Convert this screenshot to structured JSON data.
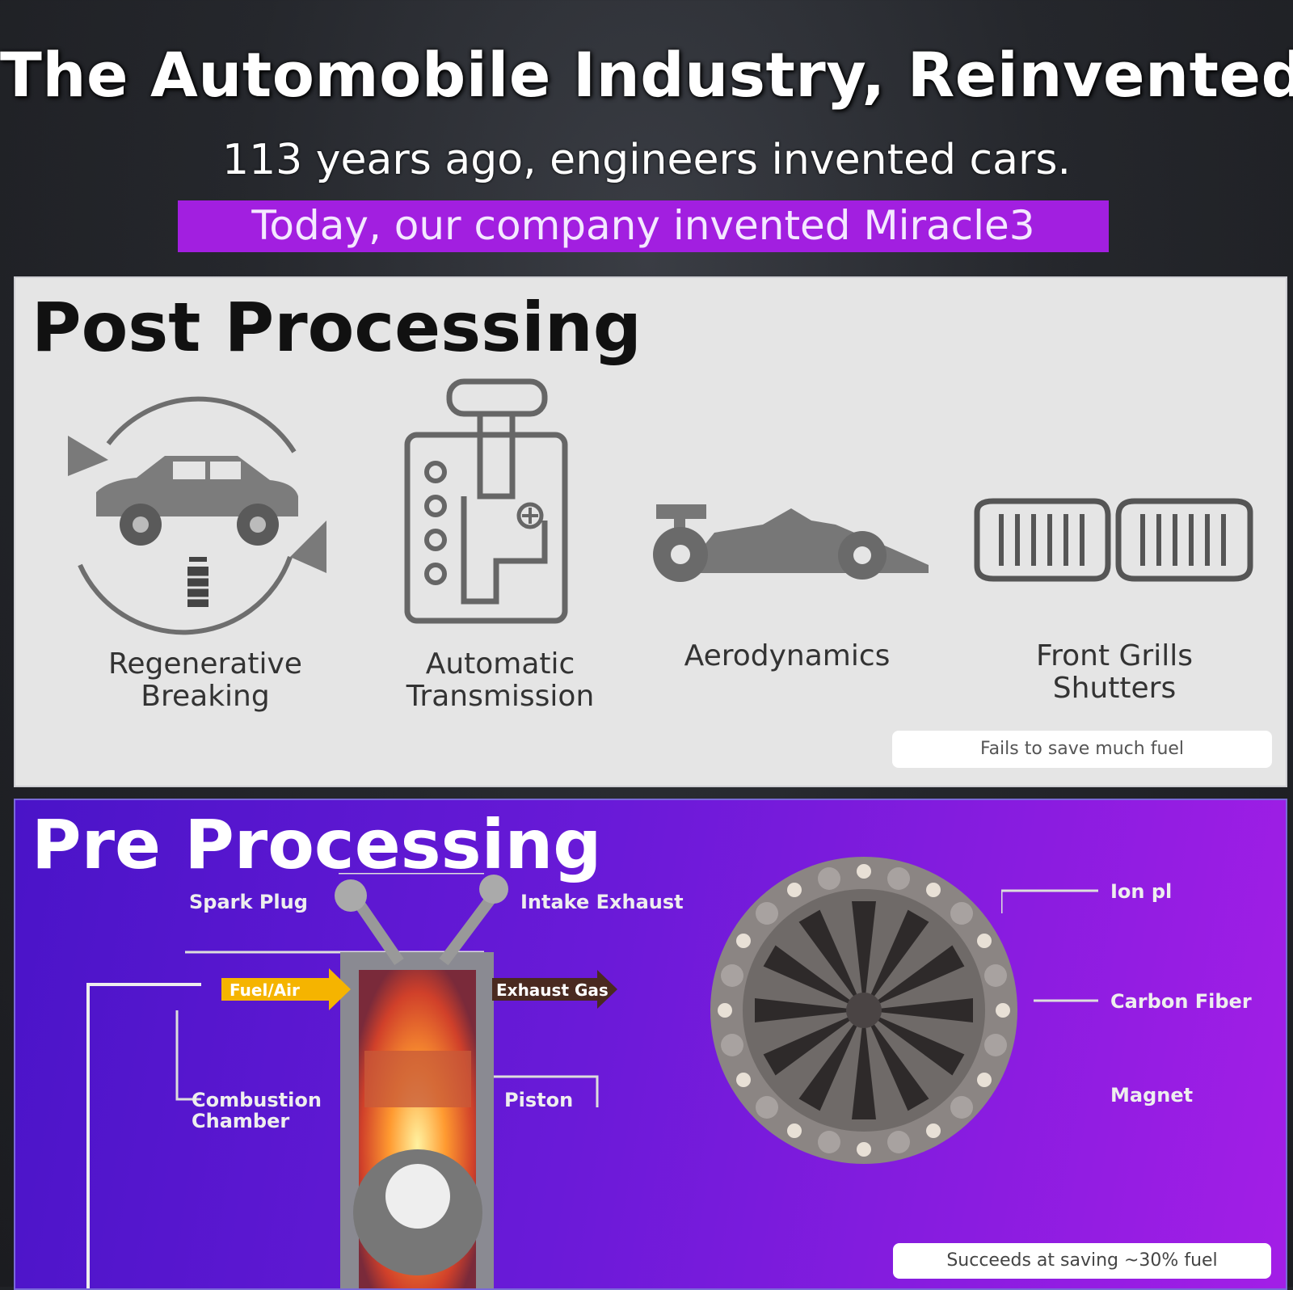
{
  "header": {
    "title": "The Automobile Industry, Reinvented",
    "subtitle": "113 years ago, engineers invented cars.",
    "banner": "Today, our company invented Miracle3"
  },
  "post_processing": {
    "title": "Post Processing",
    "items": [
      {
        "icon": "regenerative-braking-icon",
        "line1": "Regenerative",
        "line2": "Breaking"
      },
      {
        "icon": "gear-shifter-icon",
        "line1": "Automatic",
        "line2": "Transmission"
      },
      {
        "icon": "race-car-icon",
        "line1": "Aerodynamics",
        "line2": ""
      },
      {
        "icon": "front-grille-icon",
        "line1": "Front Grills",
        "line2": "Shutters"
      }
    ],
    "note": "Fails to save much fuel"
  },
  "pre_processing": {
    "title": "Pre Processing",
    "engine_labels": {
      "spark_plug": "Spark Plug",
      "intake_exhaust": "Intake Exhaust",
      "fuel_air": "Fuel/Air",
      "exhaust_gas": "Exhaust Gas",
      "combustion_chamber_1": "Combustion",
      "combustion_chamber_2": "Chamber",
      "piston": "Piston"
    },
    "device_labels": {
      "ion": "Ion pl",
      "carbon_fiber": "Carbon Fiber",
      "magnet": "Magnet"
    },
    "note": "Succeeds at saving ~30% fuel"
  },
  "colors": {
    "banner": "#a21fe0",
    "fuel_arrow": "#f5b400",
    "exhaust_arrow": "#4a2a20"
  }
}
